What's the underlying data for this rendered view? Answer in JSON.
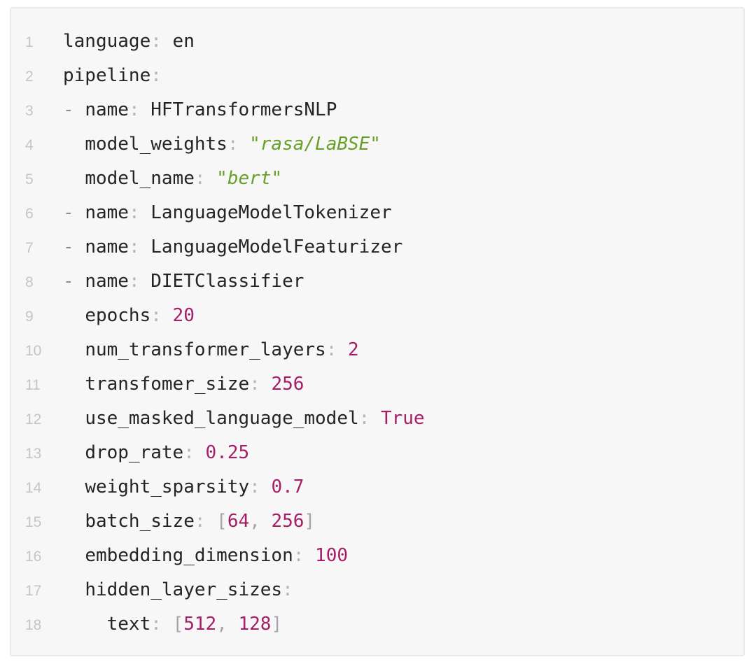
{
  "colors": {
    "block_bg": "#f7f7f8",
    "block_border": "#e9e9ea",
    "gutter": "#c5c5c9",
    "key": "#242424",
    "plain": "#242424",
    "colon": "#b5b5b9",
    "dash": "#8e8e92",
    "bracket": "#a6a6aa",
    "string": "#69a028",
    "number": "#a51e66"
  },
  "code": {
    "language": "yaml",
    "raw": "language: en\npipeline:\n- name: HFTransformersNLP\n  model_weights: \"rasa/LaBSE\"\n  model_name: \"bert\"\n- name: LanguageModelTokenizer\n- name: LanguageModelFeaturizer\n- name: DIETClassifier\n  epochs: 20\n  num_transformer_layers: 2\n  transfomer_size: 256\n  use_masked_language_model: True\n  drop_rate: 0.25\n  weight_sparsity: 0.7\n  batch_size: [64, 256]\n  embedding_dimension: 100\n  hidden_layer_sizes:\n    text: [512, 128]",
    "lines": [
      {
        "n": "1",
        "tokens": [
          {
            "c": "k",
            "t": "language"
          },
          {
            "c": "p",
            "t": ": "
          },
          {
            "c": "v",
            "t": "en"
          }
        ]
      },
      {
        "n": "2",
        "tokens": [
          {
            "c": "k",
            "t": "pipeline"
          },
          {
            "c": "p",
            "t": ":"
          }
        ]
      },
      {
        "n": "3",
        "tokens": [
          {
            "c": "d",
            "t": "- "
          },
          {
            "c": "k",
            "t": "name"
          },
          {
            "c": "p",
            "t": ": "
          },
          {
            "c": "v",
            "t": "HFTransformersNLP"
          }
        ]
      },
      {
        "n": "4",
        "tokens": [
          {
            "c": "v",
            "t": "  "
          },
          {
            "c": "k",
            "t": "model_weights"
          },
          {
            "c": "p",
            "t": ": "
          },
          {
            "c": "s",
            "t": "\"rasa/LaBSE\""
          }
        ]
      },
      {
        "n": "5",
        "tokens": [
          {
            "c": "v",
            "t": "  "
          },
          {
            "c": "k",
            "t": "model_name"
          },
          {
            "c": "p",
            "t": ": "
          },
          {
            "c": "s",
            "t": "\"bert\""
          }
        ]
      },
      {
        "n": "6",
        "tokens": [
          {
            "c": "d",
            "t": "- "
          },
          {
            "c": "k",
            "t": "name"
          },
          {
            "c": "p",
            "t": ": "
          },
          {
            "c": "v",
            "t": "LanguageModelTokenizer"
          }
        ]
      },
      {
        "n": "7",
        "tokens": [
          {
            "c": "d",
            "t": "- "
          },
          {
            "c": "k",
            "t": "name"
          },
          {
            "c": "p",
            "t": ": "
          },
          {
            "c": "v",
            "t": "LanguageModelFeaturizer"
          }
        ]
      },
      {
        "n": "8",
        "tokens": [
          {
            "c": "d",
            "t": "- "
          },
          {
            "c": "k",
            "t": "name"
          },
          {
            "c": "p",
            "t": ": "
          },
          {
            "c": "v",
            "t": "DIETClassifier"
          }
        ]
      },
      {
        "n": "9",
        "tokens": [
          {
            "c": "v",
            "t": "  "
          },
          {
            "c": "k",
            "t": "epochs"
          },
          {
            "c": "p",
            "t": ": "
          },
          {
            "c": "n",
            "t": "20"
          }
        ]
      },
      {
        "n": "10",
        "tokens": [
          {
            "c": "v",
            "t": "  "
          },
          {
            "c": "k",
            "t": "num_transformer_layers"
          },
          {
            "c": "p",
            "t": ": "
          },
          {
            "c": "n",
            "t": "2"
          }
        ]
      },
      {
        "n": "11",
        "tokens": [
          {
            "c": "v",
            "t": "  "
          },
          {
            "c": "k",
            "t": "transfomer_size"
          },
          {
            "c": "p",
            "t": ": "
          },
          {
            "c": "n",
            "t": "256"
          }
        ]
      },
      {
        "n": "12",
        "tokens": [
          {
            "c": "v",
            "t": "  "
          },
          {
            "c": "k",
            "t": "use_masked_language_model"
          },
          {
            "c": "p",
            "t": ": "
          },
          {
            "c": "n",
            "t": "True"
          }
        ]
      },
      {
        "n": "13",
        "tokens": [
          {
            "c": "v",
            "t": "  "
          },
          {
            "c": "k",
            "t": "drop_rate"
          },
          {
            "c": "p",
            "t": ": "
          },
          {
            "c": "n",
            "t": "0.25"
          }
        ]
      },
      {
        "n": "14",
        "tokens": [
          {
            "c": "v",
            "t": "  "
          },
          {
            "c": "k",
            "t": "weight_sparsity"
          },
          {
            "c": "p",
            "t": ": "
          },
          {
            "c": "n",
            "t": "0.7"
          }
        ]
      },
      {
        "n": "15",
        "tokens": [
          {
            "c": "v",
            "t": "  "
          },
          {
            "c": "k",
            "t": "batch_size"
          },
          {
            "c": "p",
            "t": ": "
          },
          {
            "c": "b",
            "t": "["
          },
          {
            "c": "n",
            "t": "64"
          },
          {
            "c": "b",
            "t": ", "
          },
          {
            "c": "n",
            "t": "256"
          },
          {
            "c": "b",
            "t": "]"
          }
        ]
      },
      {
        "n": "16",
        "tokens": [
          {
            "c": "v",
            "t": "  "
          },
          {
            "c": "k",
            "t": "embedding_dimension"
          },
          {
            "c": "p",
            "t": ": "
          },
          {
            "c": "n",
            "t": "100"
          }
        ]
      },
      {
        "n": "17",
        "tokens": [
          {
            "c": "v",
            "t": "  "
          },
          {
            "c": "k",
            "t": "hidden_layer_sizes"
          },
          {
            "c": "p",
            "t": ":"
          }
        ]
      },
      {
        "n": "18",
        "tokens": [
          {
            "c": "v",
            "t": "    "
          },
          {
            "c": "k",
            "t": "text"
          },
          {
            "c": "p",
            "t": ": "
          },
          {
            "c": "b",
            "t": "["
          },
          {
            "c": "n",
            "t": "512"
          },
          {
            "c": "b",
            "t": ", "
          },
          {
            "c": "n",
            "t": "128"
          },
          {
            "c": "b",
            "t": "]"
          }
        ]
      }
    ]
  }
}
